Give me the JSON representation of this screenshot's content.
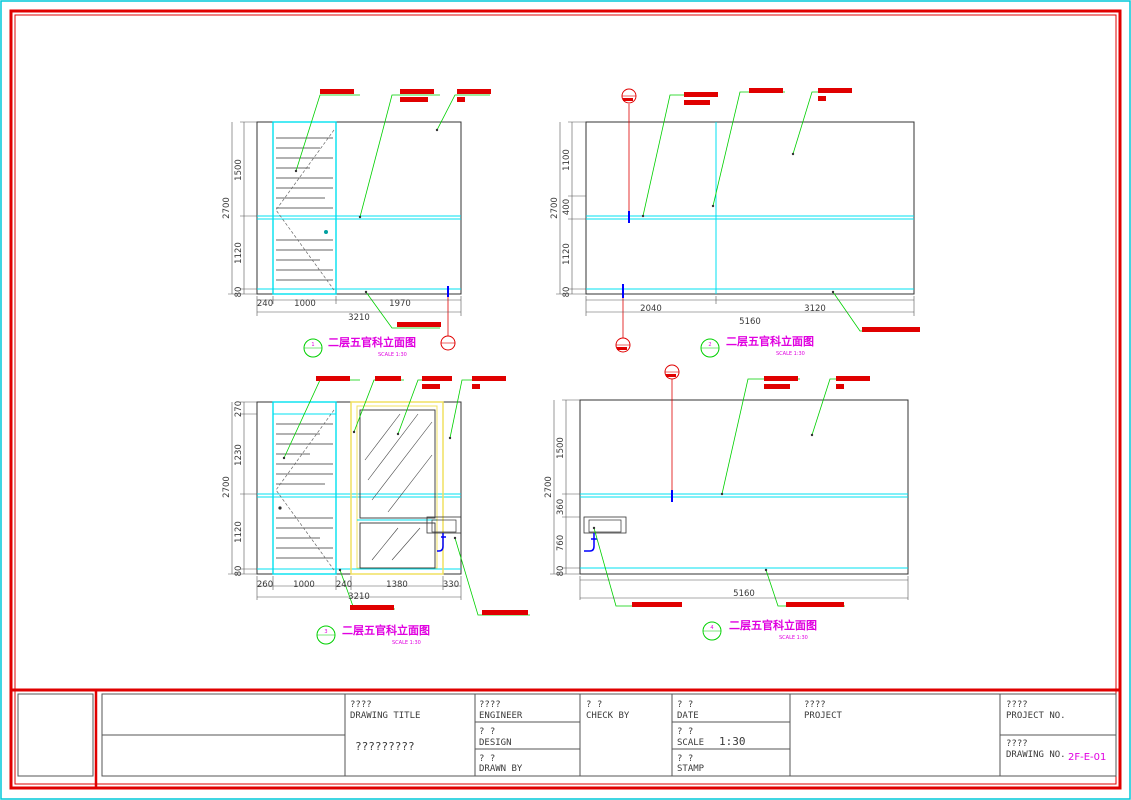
{
  "title_block": {
    "drawing_title_cn": "????",
    "drawing_title_label": "DRAWING TITLE",
    "drawing_title_value": "?????????",
    "engineer_cn": "????",
    "engineer_label": "ENGINEER",
    "design_cn": "?   ?",
    "design_label": "DESIGN",
    "drawn_by_cn": "?   ?",
    "drawn_by_label": "DRAWN BY",
    "check_by_cn": "?   ?",
    "check_by_label": "CHECK BY",
    "date_cn": "?   ?",
    "date_label": "DATE",
    "scale_cn": "?   ?",
    "scale_label": "SCALE",
    "scale_value": "1:30",
    "stamp_cn": "?   ?",
    "stamp_label": "STAMP",
    "project_cn": "????",
    "project_label": "PROJECT",
    "project_no_cn": "????",
    "project_no_label": "PROJECT NO.",
    "drawing_no_cn": "????",
    "drawing_no_label": "DRAWING NO.",
    "drawing_no_value": "2F-E-01"
  },
  "views": {
    "v1": {
      "title": "二层五官科立面图",
      "sub": "SCALE    1:30",
      "marker": "1",
      "heights": [
        "1500",
        "2700",
        "1120",
        "80"
      ],
      "widths": [
        "240",
        "1000",
        "1970"
      ],
      "total": "3210"
    },
    "v2": {
      "title": "二层五官科立面图",
      "sub": "SCALE    1:30",
      "marker": "2",
      "heights": [
        "1100",
        "2700",
        "400",
        "1120",
        "80"
      ],
      "widths": [
        "2040",
        "3120"
      ],
      "total": "5160"
    },
    "v3": {
      "title": "二层五官科立面图",
      "sub": "SCALE    1:30",
      "marker": "3",
      "heights": [
        "270",
        "1230",
        "2700",
        "1120",
        "80"
      ],
      "widths": [
        "260",
        "1000",
        "240",
        "1380",
        "330"
      ],
      "total": "3210"
    },
    "v4": {
      "title": "二层五官科立面图",
      "sub": "SCALE    1:30",
      "marker": "4",
      "heights": [
        "1500",
        "2700",
        "360",
        "760",
        "80"
      ],
      "total": "5160"
    }
  },
  "colors": {
    "frame": "#e00000",
    "outer_border": "#00c8d8",
    "cyan": "#00e0f0",
    "leader": "#00d000",
    "magenta": "#e000e0"
  }
}
